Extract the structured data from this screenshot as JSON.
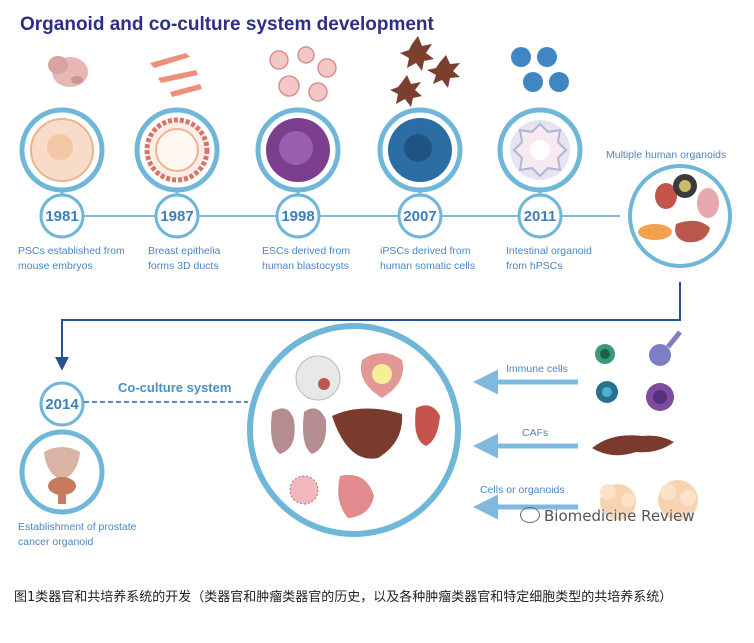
{
  "title": "Organoid and co-culture system development",
  "timeline": [
    {
      "year": "1981",
      "desc": [
        "PSCs established from",
        "mouse embryos"
      ]
    },
    {
      "year": "1987",
      "desc": [
        "Breast epithelia",
        "forms 3D ducts"
      ]
    },
    {
      "year": "1998",
      "desc": [
        "ESCs derived from",
        "human blastocysts"
      ]
    },
    {
      "year": "2007",
      "desc": [
        "iPSCs derived from",
        "human somatic cells"
      ]
    },
    {
      "year": "2011",
      "desc": [
        "Intestinal organoid",
        "from hPSCs"
      ]
    }
  ],
  "multiple_label": "Multiple human organoids",
  "year_2014": "2014",
  "coculture_label": "Co-culture system",
  "prostate_desc": [
    "Establishment of prostate",
    "cancer organoid"
  ],
  "inputs": {
    "immune": "Immune cells",
    "cafs": "CAFs",
    "cells": "Cells or organoids"
  },
  "watermark": "Biomedicine Review",
  "figure_caption": "图1类器官和共培养系统的开发（类器官和肿瘤类器官的历史，以及各种肿瘤类器官和特定细胞类型的共培养系统）",
  "colors": {
    "accent": "#4a90c4",
    "title": "#2c2f86",
    "ring": "#6fb6d9",
    "year": "#3d7fb8"
  }
}
